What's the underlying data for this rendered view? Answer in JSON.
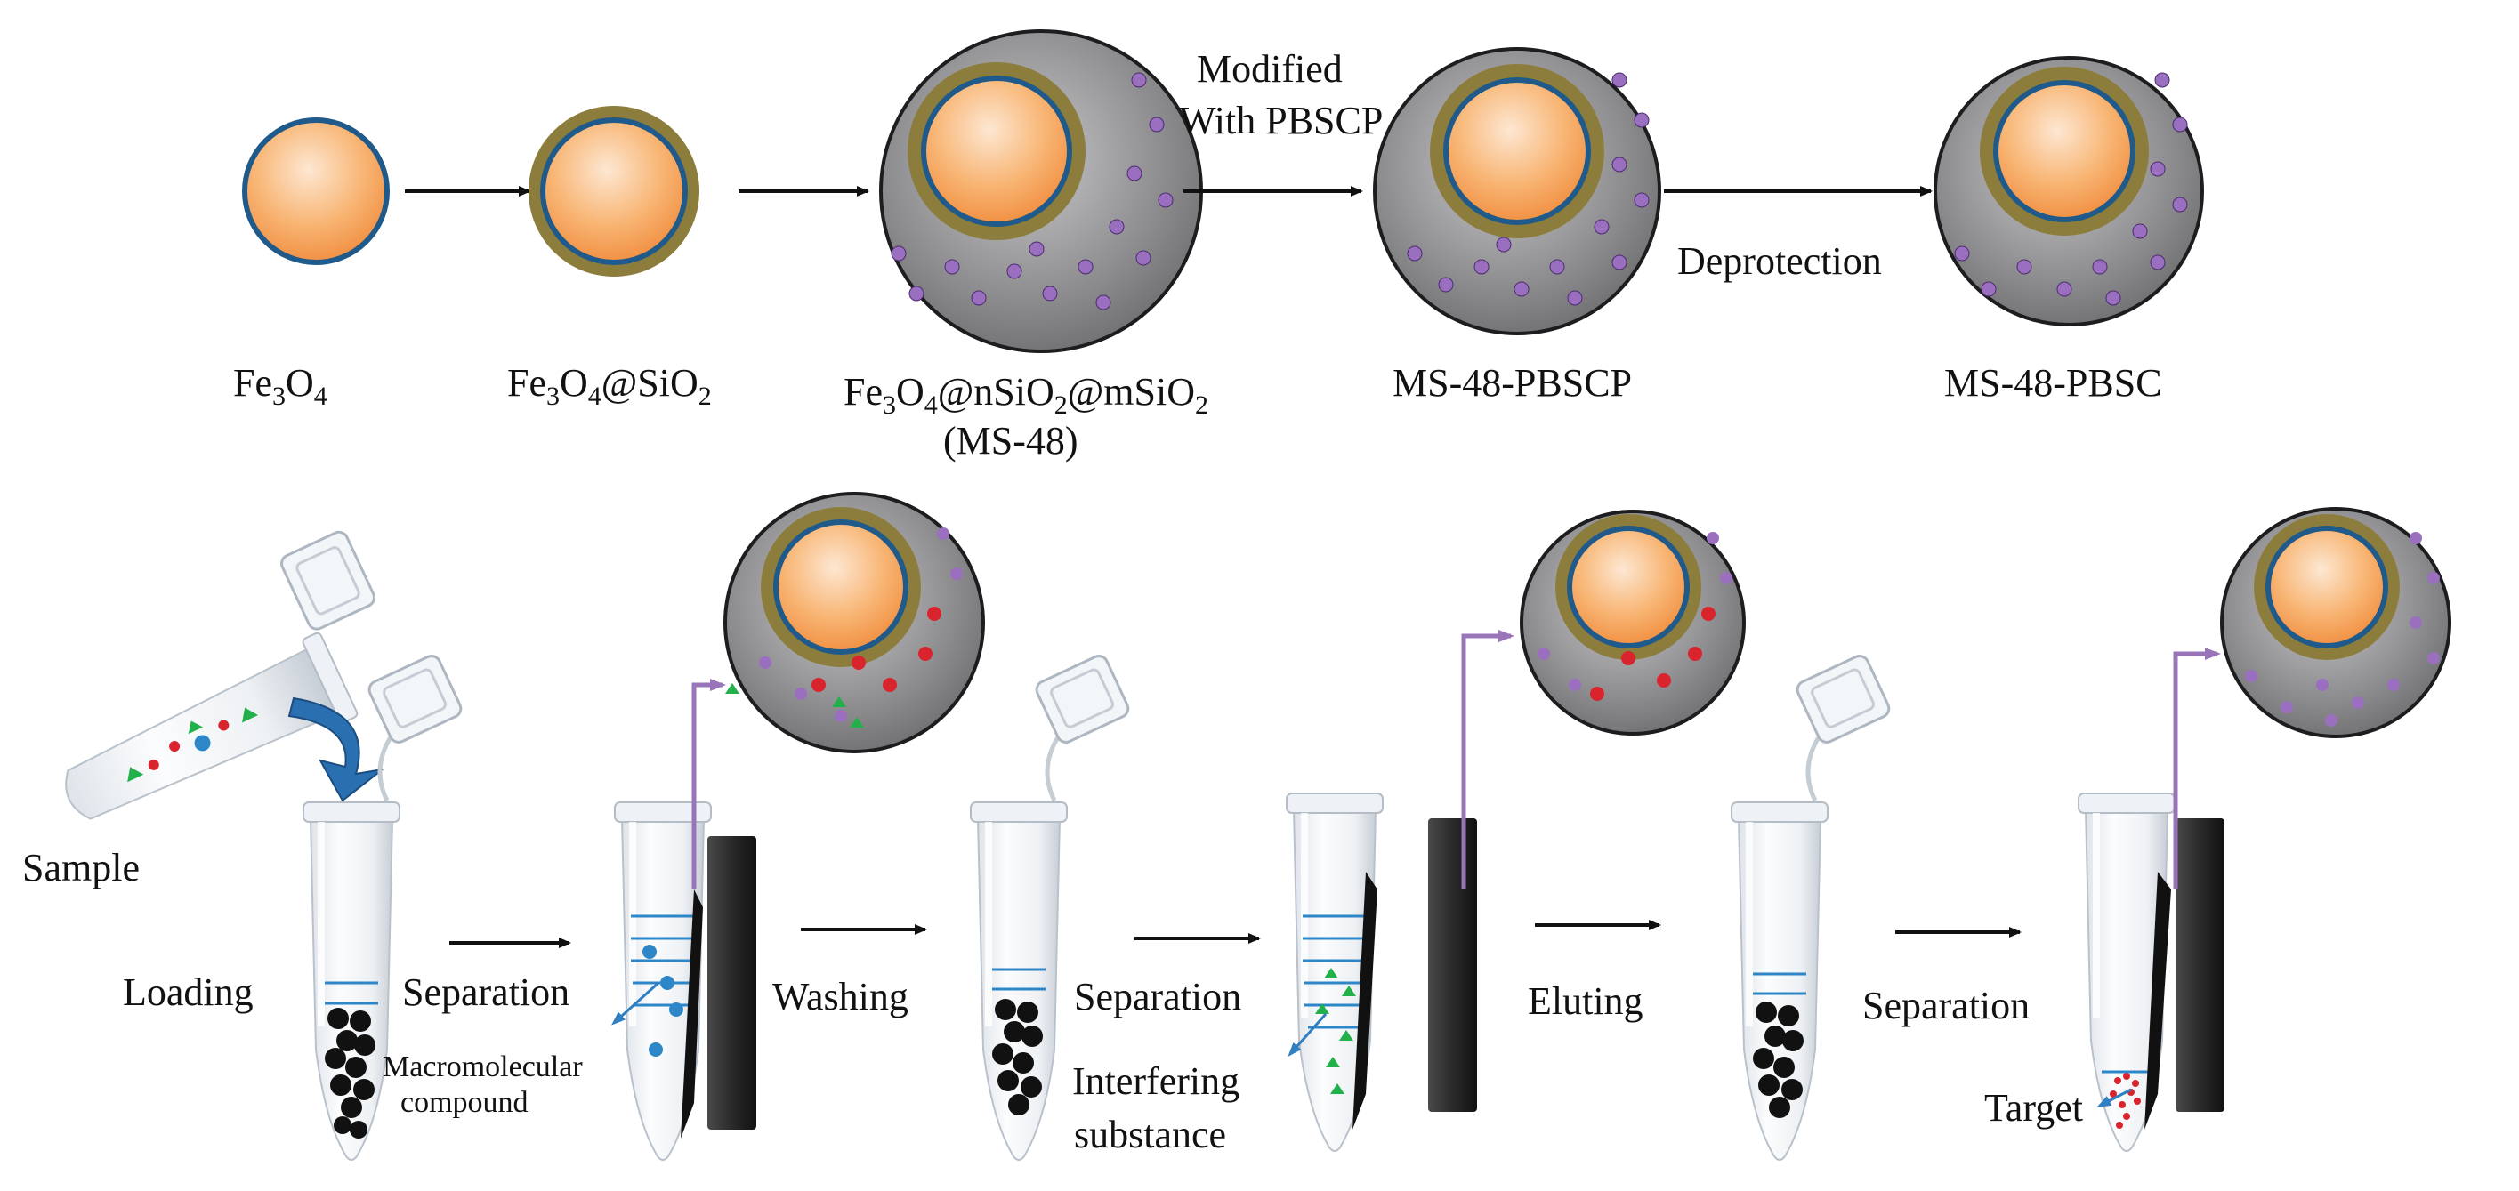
{
  "top_row": {
    "fe3o4": {
      "base": "Fe",
      "sub1": "3",
      "mid": "O",
      "sub2": "4"
    },
    "fe3o4_sio2": {
      "base": "Fe",
      "sub1": "3",
      "mid": "O",
      "sub2": "4",
      "tail": "@SiO",
      "sub3": "2"
    },
    "ms48_formula": {
      "p1": "Fe",
      "s1": "3",
      "p2": "O",
      "s2": "4",
      "p3": "@nSiO",
      "s3": "2",
      "p4": "@mSiO",
      "s4": "2"
    },
    "ms48_name": "(MS-48)",
    "modified_line1": "Modified",
    "modified_line2": "With PBSCP",
    "ms48_pbscp": "MS-48-PBSCP",
    "deprotection": "Deprotection",
    "ms48_pbsc": "MS-48-PBSC"
  },
  "bottom_row": {
    "sample": "Sample",
    "steps": [
      "Loading",
      "Separation",
      "Washing",
      "Separation",
      "Eluting",
      "Separation"
    ],
    "macromolecular_line1": "Macromolecular",
    "macromolecular_line2": "compound",
    "interfering_line1": "Interfering",
    "interfering_line2": "substance",
    "target": "Target"
  },
  "colors": {
    "core": "#f6a461",
    "core_edge": "#1f5a8a",
    "shell_silica": "#8d7d3c",
    "mesoporous": "#7e7e80",
    "pore_dot": "#9b6fc0",
    "purple_arrow": "#9a74b8",
    "blue_arrow": "#2f7fc1",
    "magnet": "#2b2b2b",
    "target_dot": "#d9242e",
    "interferent": "#22b04a",
    "macro_dot": "#2c86c8"
  }
}
